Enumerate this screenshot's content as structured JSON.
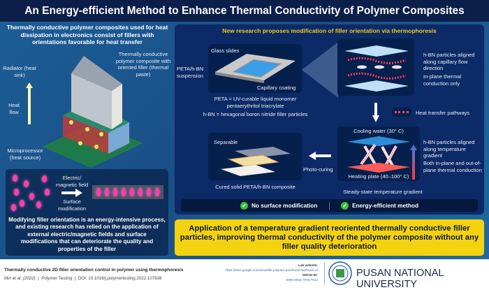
{
  "title": "An Energy-efficient Method to Enhance Thermal Conductivity of Polymer Composites",
  "left": {
    "heading": "Thermally conductive polymer composites used for heat dissipation in electronics consist of fillers with orientations favorable for heat transfer",
    "labels": {
      "radiator": "Radiator (heat sink)",
      "composite": "Thermally conductive polymer composite with oriented filler (thermal paste)",
      "heat_flow": "Heat flow",
      "microprocessor": "Microprocessor (heat source)"
    },
    "field_label": "Electric/ magnetic field",
    "surface_label": "Surface modification",
    "text": "Modifying filler orientation is an energy-intensive process, and existing research has relied on the application of external electric/magnetic fields and surface modifications that can deteriorate the quality and properties of the filler"
  },
  "right": {
    "heading": "New research proposes modification of filler orientation via thermophoresis",
    "glass_slides": "Glass slides",
    "suspension": "PETA/h-BN suspension",
    "capillary": "Capillary coating",
    "peta_def": "PETA = UV-curable liquid monomer pentaerythritol triacrylate",
    "hbn_def": "h-BN = hexagonal boron nitride filler particles",
    "aligned_flow": "h-BN particles aligned along capillary flow direction",
    "inplane": "In-plane thermal conduction only",
    "pathways": "Heat transfer pathways",
    "cooling": "Cooling water (30° C)",
    "heating": "Heating plate (40–100° C)",
    "gradient": "Steady-state temperature gradient",
    "aligned_temp": "h-BN particles aligned along temperature gradient",
    "both": "Both in-plane and out-of-plane thermal conduction",
    "photo": "Photo-curing",
    "separable": "Separable",
    "cured": "Cured solid PETA/h-BN composite",
    "check1": "No surface modification",
    "check2": "Energy-efficient method"
  },
  "conclusion": "Application of a temperature gradient reoriented thermally conductive filler particles, improving thermal conductivity of the polymer composite without any filler quality deterioration",
  "footer": {
    "paper_title": "Thermally conductive 2D filler orientation control in polymer using thermophoresis",
    "authors": "Min et al. (2022)",
    "journal": "Polymer Testing",
    "doi": "DOI: 10.1016/j.polymertesting.2022.107838",
    "lab_label": "Lab website:",
    "lab_url": "https://sites.google.com/view/dsk-polymer-pnu/home?authuser=0",
    "orcid_label": "ORCID ID:",
    "orcid": "0000-0002-7976-7612",
    "university": "PUSAN NATIONAL UNIVERSITY"
  },
  "colors": {
    "navy": "#0b1f4a",
    "accent": "#f5c518",
    "conclusion_bg": "#f4d20f",
    "filler": "#ff3fa8",
    "check": "#3bbf3b"
  }
}
